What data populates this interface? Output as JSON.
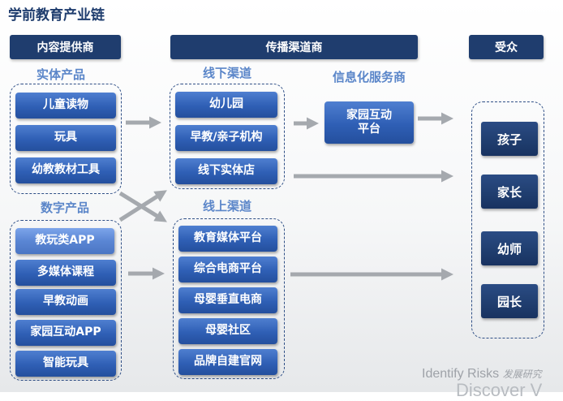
{
  "title": "学前教育产业链",
  "headers": {
    "content": "内容提供商",
    "channel": "传播渠道商",
    "audience": "受众"
  },
  "categories": {
    "physical": "实体产品",
    "digital": "数字产品",
    "offline": "线下渠道",
    "online": "线上渠道",
    "info": "信息化服务商"
  },
  "physical_items": [
    "儿童读物",
    "玩具",
    "幼教教材工具"
  ],
  "digital_items": [
    "教玩类APP",
    "多媒体课程",
    "早教动画",
    "家园互动APP",
    "智能玩具"
  ],
  "offline_items": [
    "幼儿园",
    "早教/亲子机构",
    "线下实体店"
  ],
  "online_items": [
    "教育媒体平台",
    "综合电商平台",
    "母婴垂直电商",
    "母婴社区",
    "品牌自建官网"
  ],
  "info_item": "家园互动\n平台",
  "audience_items": [
    "孩子",
    "家长",
    "幼师",
    "园长"
  ],
  "watermark": {
    "line1": "Identify Risks",
    "line1_cn": "发展研究",
    "line2": "Discover V"
  }
}
